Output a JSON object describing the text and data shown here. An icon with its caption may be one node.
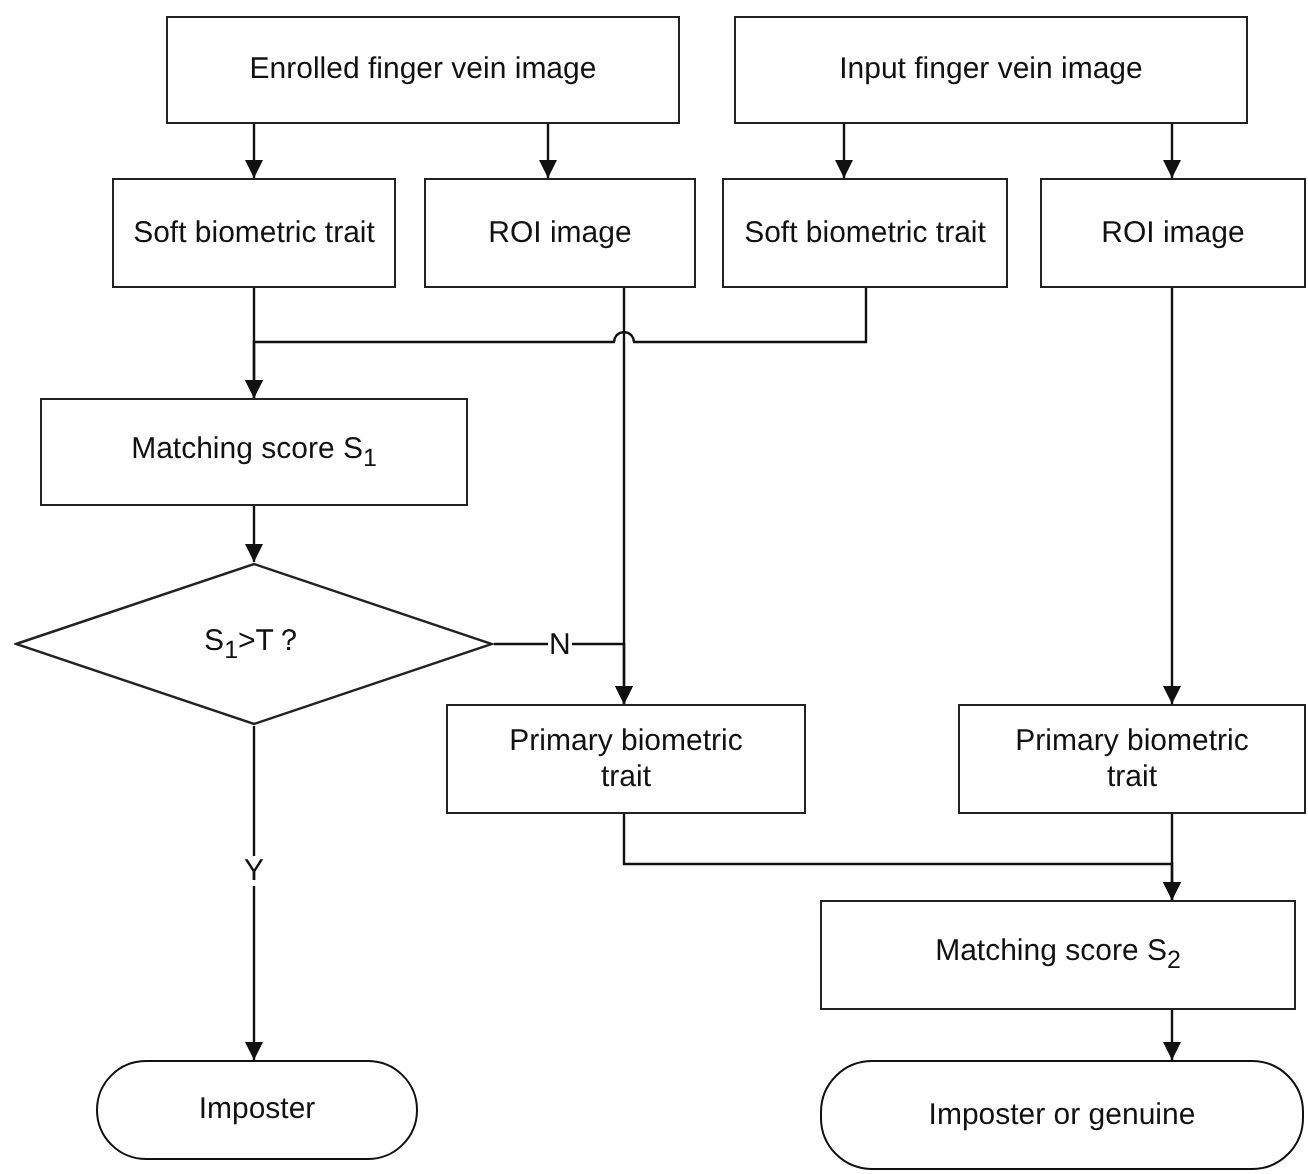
{
  "diagram": {
    "nodes": [
      {
        "text": [
          "Enrolled finger vein image"
        ]
      },
      {
        "text": [
          "Input finger vein image"
        ]
      },
      {
        "text": [
          "Soft biometric trait"
        ]
      },
      {
        "text": [
          "ROI image"
        ]
      },
      {
        "text": [
          "Soft biometric trait"
        ]
      },
      {
        "text": [
          "ROI image"
        ]
      },
      {
        "text": [
          "Matching score S$_{1}$"
        ]
      },
      {
        "text": [
          "S$_{1}$>T？"
        ]
      },
      {
        "text": [
          "Primary biometric trait"
        ]
      },
      {
        "text": [
          "Primary biometric trait"
        ]
      },
      {
        "text": [
          "Matching score S$_{2}$"
        ]
      },
      {
        "text": [
          "Imposter"
        ]
      },
      {
        "text": [
          "Imposter or genuine"
        ]
      }
    ],
    "edges": [
      {
        "from": 0,
        "to": 2,
        "arrow": "to"
      },
      {
        "from": 0,
        "to": 3,
        "arrow": "to"
      },
      {
        "from": 1,
        "to": 4,
        "arrow": "to"
      },
      {
        "from": 1,
        "to": 5,
        "arrow": "to"
      },
      {
        "from": 2,
        "to": 6,
        "arrow": "to"
      },
      {
        "from": 4,
        "to": 6,
        "arrow": "to"
      },
      {
        "from": 3,
        "to": 8,
        "arrow": "to"
      },
      {
        "from": 6,
        "to": 7,
        "arrow": "to"
      },
      {
        "from": 7,
        "to": 8,
        "label": "N",
        "arrow": "to"
      },
      {
        "from": 5,
        "to": 9,
        "arrow": "to"
      },
      {
        "from": 7,
        "to": 11,
        "label": "Y",
        "arrow": "to"
      },
      {
        "from": 8,
        "to": 10,
        "arrow": "to"
      },
      {
        "from": 9,
        "to": 10,
        "arrow": "to"
      },
      {
        "from": 10,
        "to": 12,
        "arrow": "to"
      }
    ]
  }
}
